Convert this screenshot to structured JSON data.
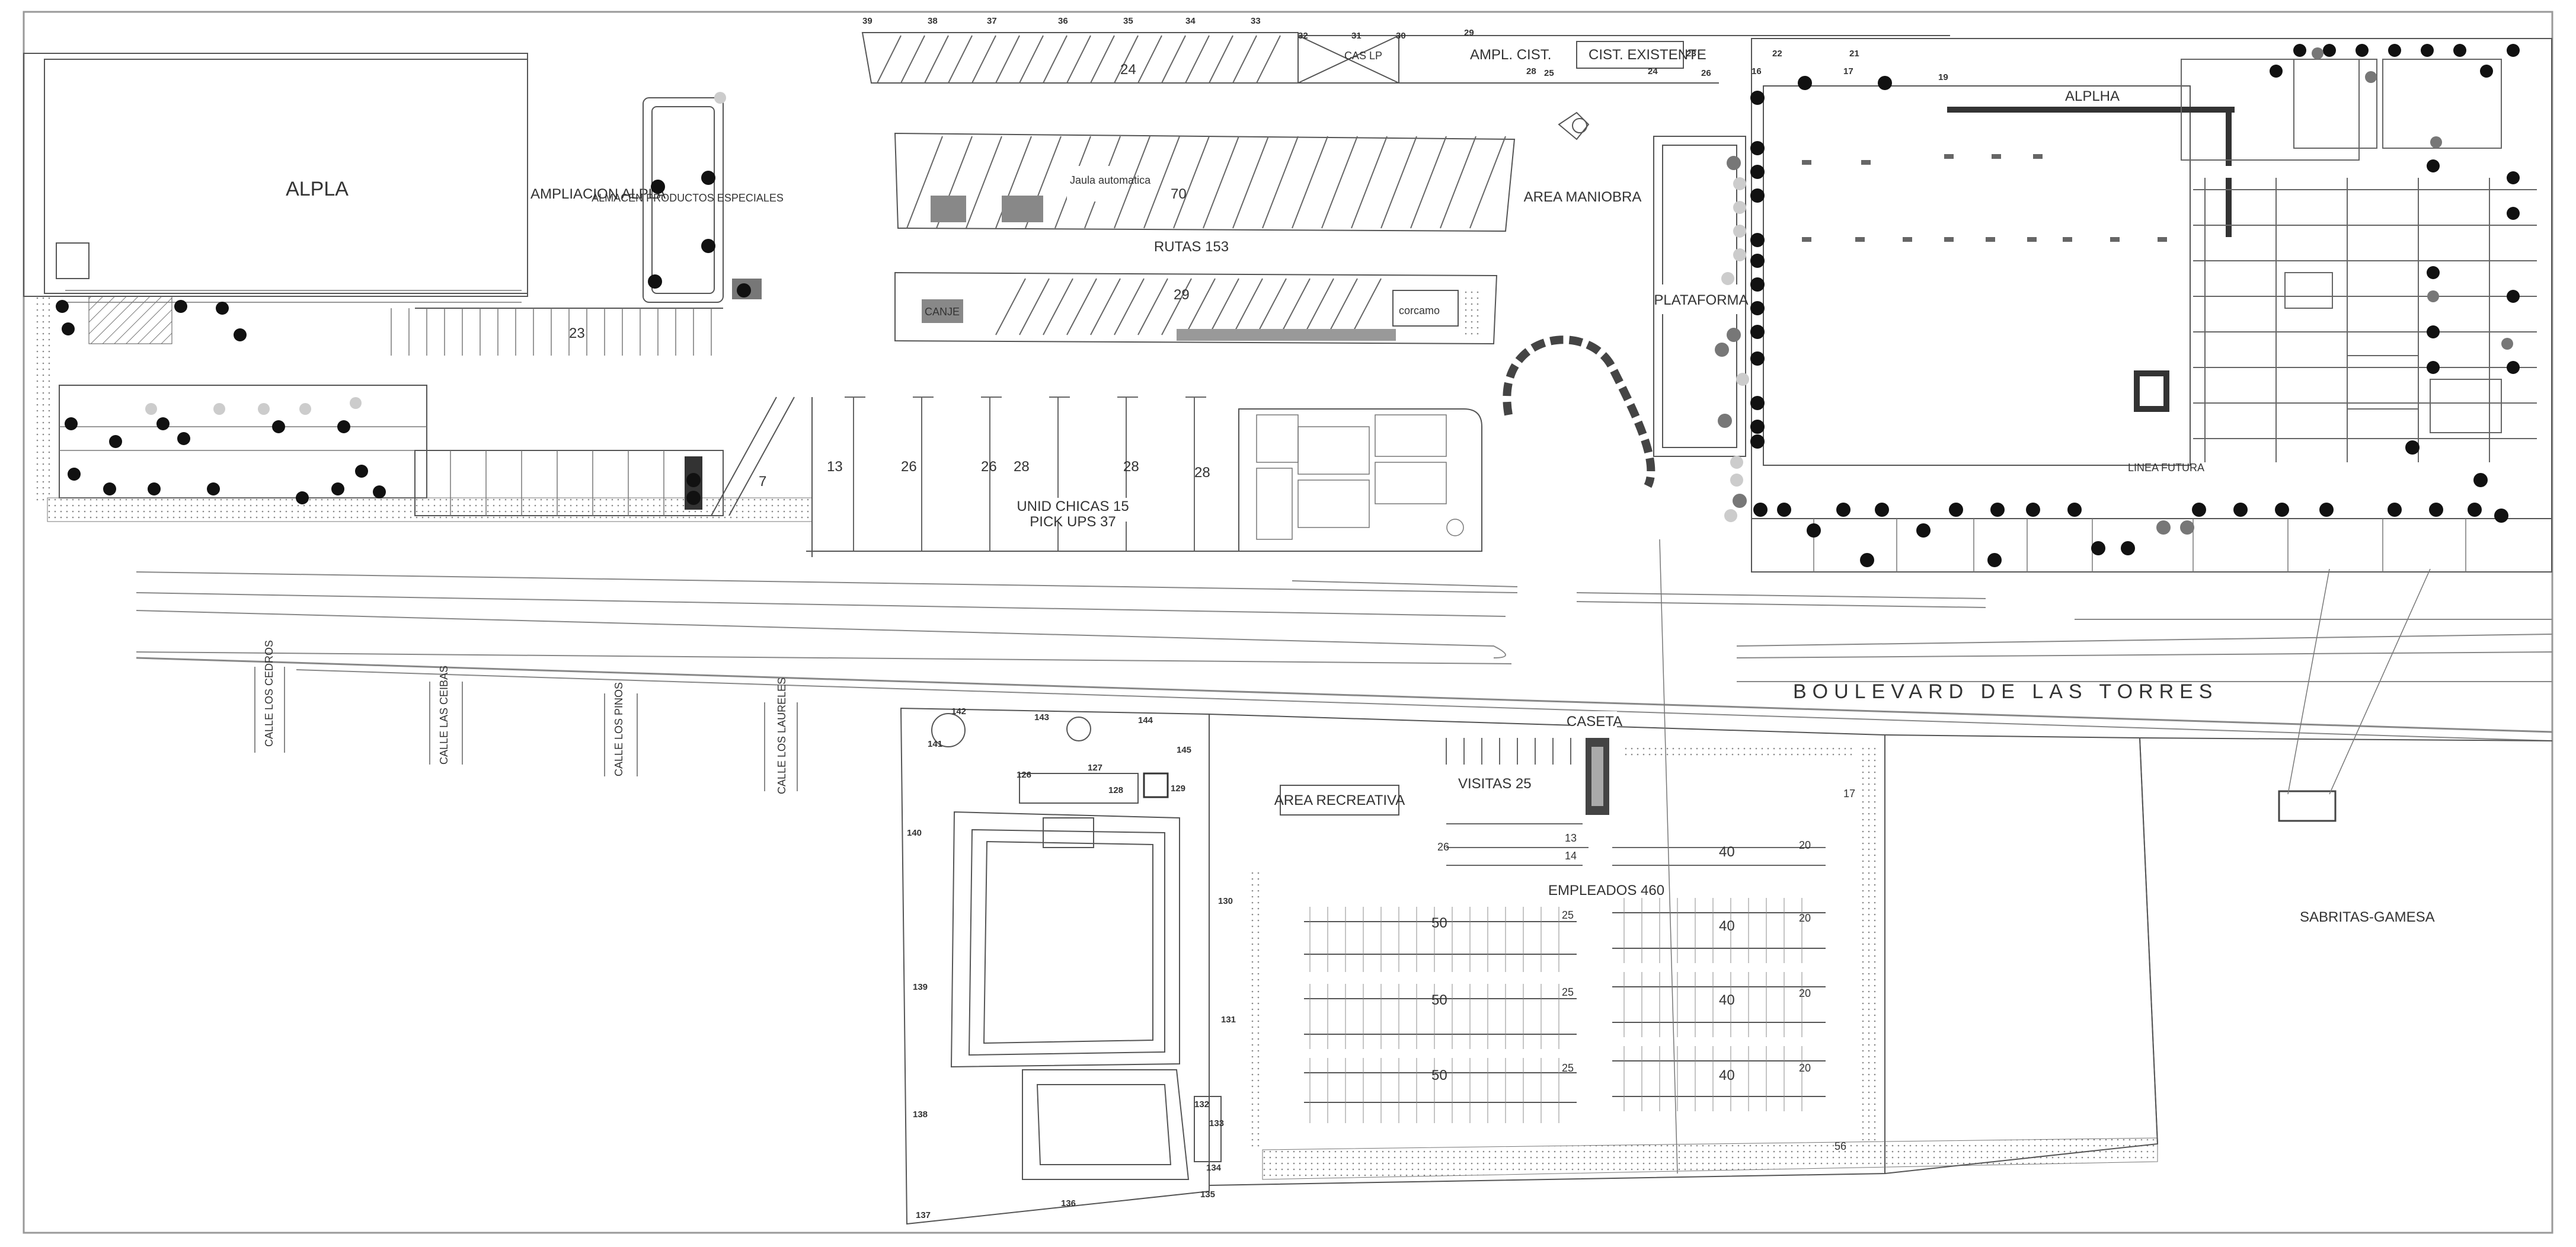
{
  "labels": {
    "alpla_left": "ALPLA",
    "ampliacion_alpla": "AMPLIACION ALPLA",
    "almacen": "ALMACEN PRODUCTOS ESPECIALES",
    "rutas": "RUTAS 153",
    "jaula": "Jaula automatica",
    "caseta_lp": "CAS LP",
    "ampl_cist": "AMPL. CIST.",
    "cist_existente": "CIST. EXISTENTE",
    "alplha_right": "ALPLHA",
    "area_maniobra": "AREA MANIOBRA",
    "plataforma": "PLATAFORMA",
    "unid_chicas": "UNID CHICAS 15",
    "pick_ups": "PICK UPS 37",
    "boulevard": "BOULEVARD DE LAS TORRES",
    "caseta": "CASETA",
    "visitas": "VISITAS 25",
    "area_recreativa": "AREA RECREATIVA",
    "empleados": "EMPLEADOS 460",
    "sabritas": "SABRITAS-GAMESA",
    "calle_cedros": "CALLE LOS CEDROS",
    "calle_ceibas": "CALLE LAS CEIBAS",
    "calle_pinos": "CALLE LOS PINOS",
    "calle_laureles": "CALLE LOS LAURELES",
    "linea_futura": "LINEA FUTURA",
    "corcamo": "corcamo",
    "canje": "CANJE"
  },
  "parking_counts": {
    "rutas_top": "24",
    "rutas_mid": "70",
    "rutas_low": "29",
    "stall_23": "23",
    "stall_13": "13",
    "stall_26a": "26",
    "stall_26b": "26",
    "stall_28a": "28",
    "stall_28b": "28",
    "stall_28c": "28",
    "stall_7": "7",
    "emp_50a": "50",
    "emp_50b": "50",
    "emp_50c": "50",
    "emp_40a": "40",
    "emp_40b": "40",
    "emp_40c": "40",
    "emp_40d": "40",
    "emp_25a": "25",
    "emp_25b": "25",
    "emp_25c": "25",
    "emp_20a": "20",
    "emp_20b": "20",
    "emp_20c": "20",
    "emp_20d": "20",
    "vis_26": "26",
    "vis_13": "13",
    "vis_14": "14",
    "vis_17": "17",
    "vis_56": "56"
  },
  "markers": {
    "m126": "126",
    "m127": "127",
    "m128": "128",
    "m129": "129",
    "m130": "130",
    "m131": "131",
    "m132": "132",
    "m133": "133",
    "m134": "134",
    "m135": "135",
    "m136": "136",
    "m137": "137",
    "m138": "138",
    "m139": "139",
    "m140": "140",
    "m141": "141",
    "m142": "142",
    "m143": "143",
    "m144": "144",
    "m145": "145",
    "m39": "39",
    "m38": "38",
    "m37": "37",
    "m36": "36",
    "m35": "35",
    "m34": "34",
    "m33": "33",
    "m32": "32",
    "m31": "31",
    "m30": "30",
    "m29": "29",
    "m28": "28",
    "m25": "25",
    "m22": "22",
    "m21": "21",
    "m17": "17",
    "m16": "16",
    "m19": "19",
    "m23": "23",
    "m24": "24",
    "m26": "26"
  },
  "colors": {
    "line": "#555555",
    "dark_marker": "#111111",
    "grey_marker": "#777777",
    "light_marker": "#cccccc",
    "hatch_fill": "#999999"
  }
}
